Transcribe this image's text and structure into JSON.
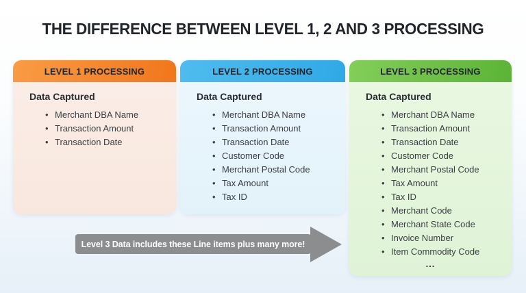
{
  "title": "THE DIFFERENCE BETWEEN LEVEL 1, 2 AND 3 PROCESSING",
  "cards": [
    {
      "header": "LEVEL 1 PROCESSING",
      "section_heading": "Data Captured",
      "items": [
        "Merchant DBA Name",
        "Transaction Amount",
        "Transaction Date"
      ],
      "colors": {
        "header_accent": "#F1761B",
        "body_bg": "#FAEDE5"
      }
    },
    {
      "header": "LEVEL 2 PROCESSING",
      "section_heading": "Data Captured",
      "items": [
        "Merchant DBA Name",
        "Transaction Amount",
        "Transaction Date",
        "Customer Code",
        "Merchant Postal Code",
        "Tax Amount",
        "Tax ID"
      ],
      "colors": {
        "header_accent": "#3DB3EA",
        "body_bg": "#E9F5FC"
      }
    },
    {
      "header": "LEVEL 3 PROCESSING",
      "section_heading": "Data Captured",
      "items": [
        "Merchant DBA Name",
        "Transaction Amount",
        "Transaction Date",
        "Customer Code",
        "Merchant Postal Code",
        "Tax Amount",
        "Tax ID",
        "Merchant Code",
        "Merchant State Code",
        "Invoice Number",
        "Item Commodity Code"
      ],
      "more_indicator": "...",
      "colors": {
        "header_accent": "#6CC24A",
        "body_bg": "#E6F6DE"
      }
    }
  ],
  "arrow": {
    "label": "Level 3 Data includes these Line items plus many more!",
    "color": "#8B8D8E",
    "text_color": "#FFFFFF"
  }
}
